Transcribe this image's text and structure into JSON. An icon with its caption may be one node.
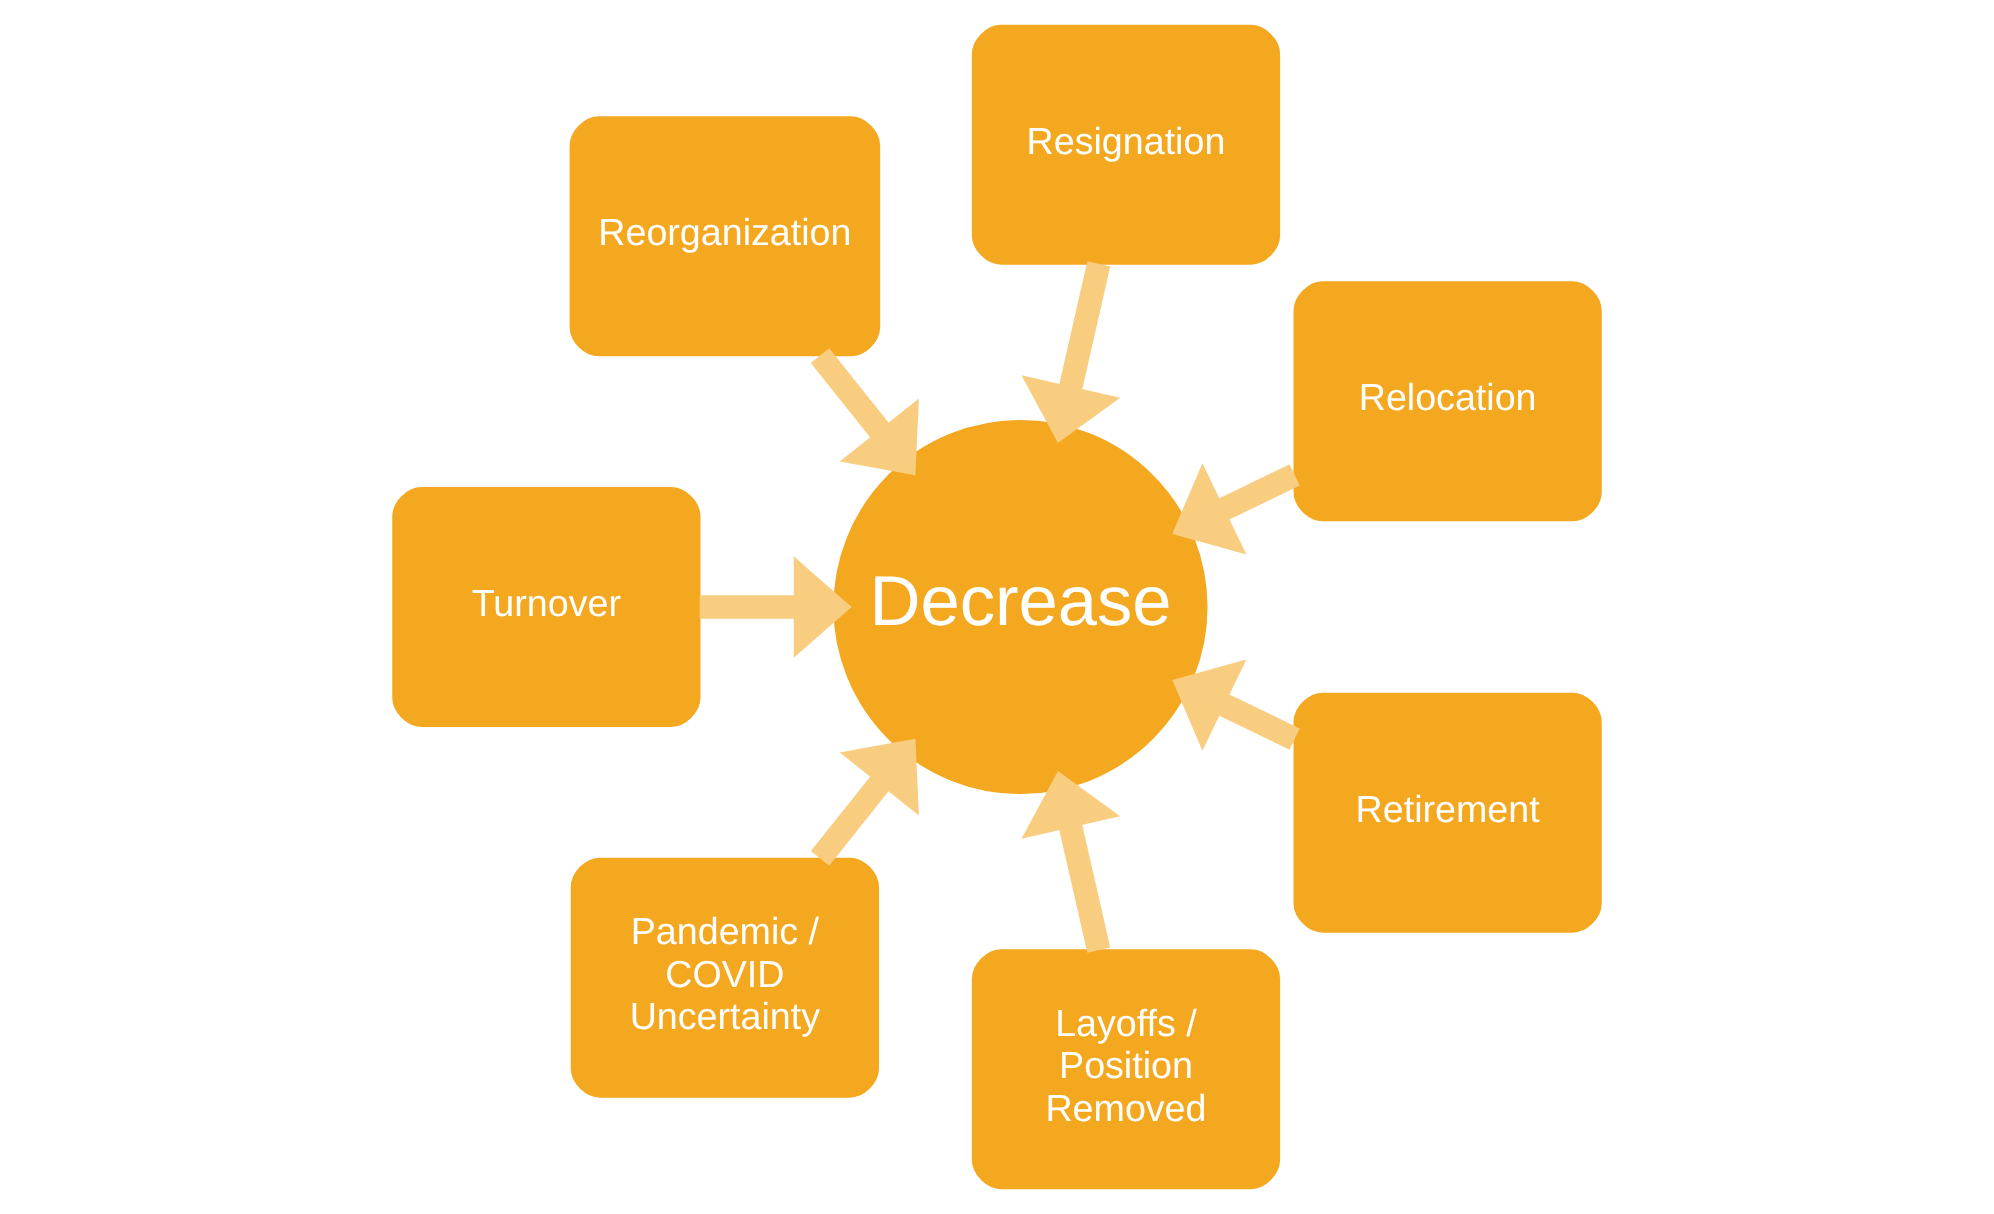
{
  "diagram": {
    "nodes": [
      {
        "text": [
          "Relocation"
        ]
      },
      {
        "text": [
          "Resignation"
        ]
      },
      {
        "text": [
          "Reorganization"
        ]
      },
      {
        "text": [
          "Turnover"
        ]
      },
      {
        "text": [
          "Pandemic / COVID Uncertainty"
        ]
      },
      {
        "text": [
          "Layoffs / Position Removed"
        ]
      },
      {
        "text": [
          "Decrease"
        ]
      },
      {
        "text": [
          "Retirement"
        ]
      }
    ],
    "edges": [
      {
        "from": 5,
        "to": 6,
        "arrow": "to"
      },
      {
        "from": 3,
        "to": 6,
        "arrow": "to"
      },
      {
        "from": 1,
        "to": 6,
        "arrow": "to"
      },
      {
        "from": 0,
        "to": 6,
        "arrow": "to"
      },
      {
        "from": 2,
        "to": 6,
        "arrow": "to"
      },
      {
        "from": 4,
        "to": 6,
        "arrow": "to"
      },
      {
        "from": 7,
        "to": 6,
        "arrow": "to"
      }
    ]
  }
}
